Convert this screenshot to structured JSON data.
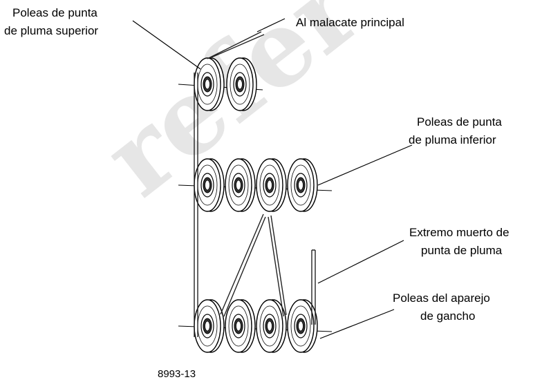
{
  "watermark": "refer",
  "labels": {
    "upper_sheaves": [
      "Poleas de punta",
      "de pluma superior"
    ],
    "main_hoist": "Al malacate principal",
    "lower_sheaves": [
      "Poleas de punta",
      "de pluma inferior"
    ],
    "dead_end": [
      "Extremo muerto de",
      "punta de pluma"
    ],
    "hook_block_sheaves": [
      "Poleas del aparejo",
      "de gancho"
    ]
  },
  "figure_number": "8993-13",
  "sheave_rows": [
    {
      "name": "upper-sheave",
      "count": 2
    },
    {
      "name": "lower-sheave",
      "count": 4
    },
    {
      "name": "hook-block-sheave",
      "count": 4
    }
  ],
  "colors": {
    "ink": "#000000",
    "watermark": "#e6e6e6",
    "background": "#ffffff"
  }
}
